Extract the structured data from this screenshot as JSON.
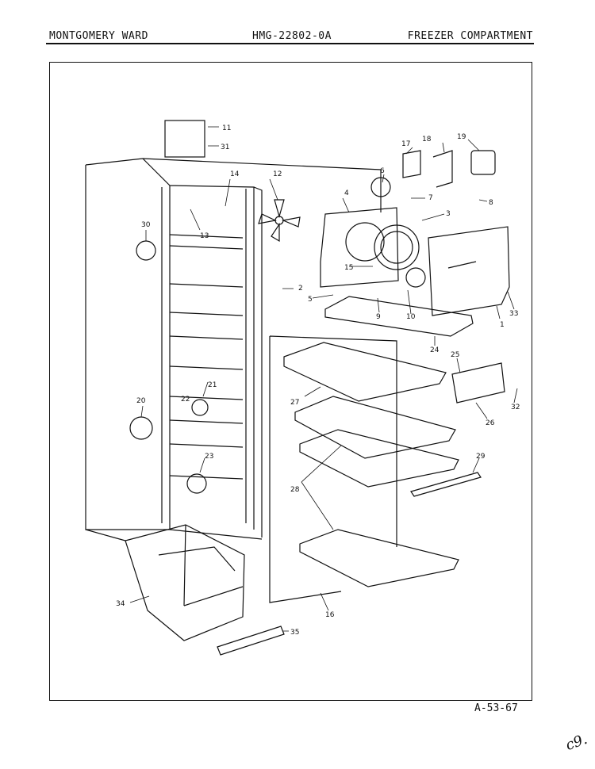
{
  "header": {
    "left": "MONTGOMERY WARD",
    "center": "HMG-22802-0A",
    "right": "FREEZER COMPARTMENT"
  },
  "footer": {
    "code": "A-53-67"
  },
  "corner_mark": "c9.",
  "callouts": [
    "11",
    "31",
    "17",
    "18",
    "19",
    "14",
    "12",
    "6",
    "4",
    "7",
    "8",
    "3",
    "13",
    "30",
    "15",
    "2",
    "5",
    "9",
    "10",
    "1",
    "33",
    "24",
    "25",
    "32",
    "21",
    "22",
    "20",
    "27",
    "26",
    "23",
    "29",
    "28",
    "34",
    "16",
    "35"
  ]
}
